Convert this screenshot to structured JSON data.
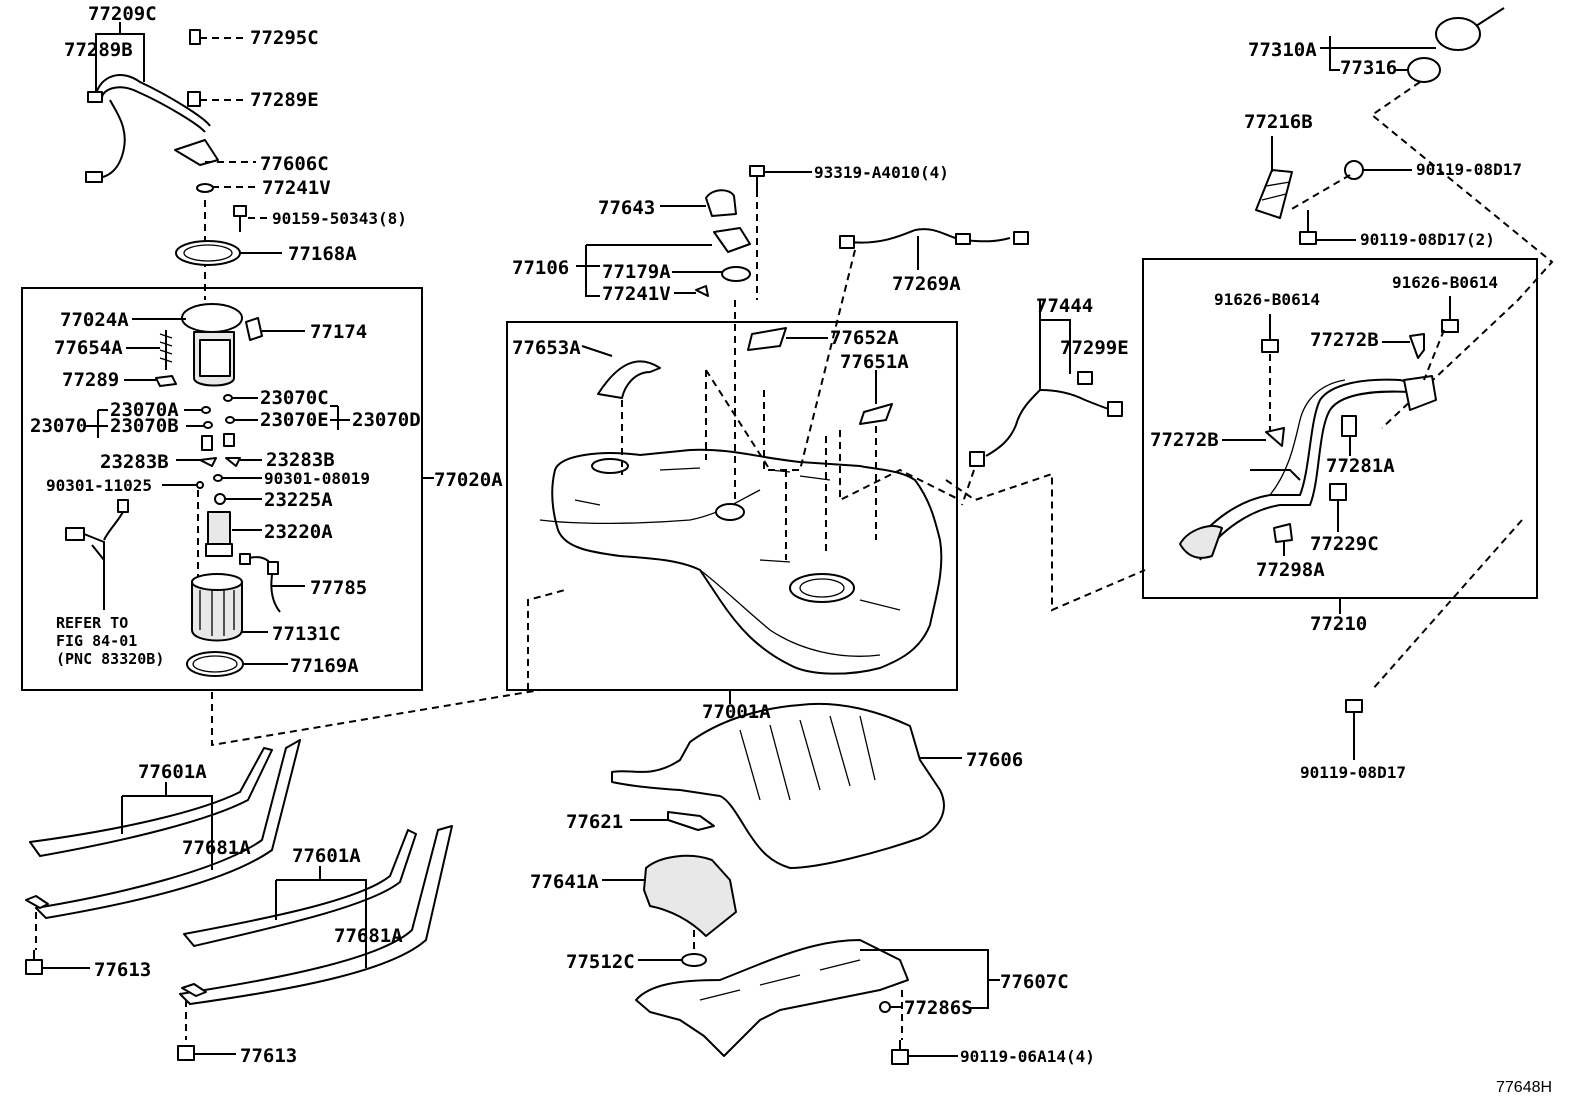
{
  "diagram_id": "77648H",
  "labels": {
    "l77209C": "77209C",
    "l77289B": "77289B",
    "l77295C": "77295C",
    "l77289E": "77289E",
    "l77606C": "77606C",
    "l77241V_a": "77241V",
    "l90159": "90159-50343(8)",
    "l77168A": "77168A",
    "l77024A": "77024A",
    "l77174": "77174",
    "l77654A": "77654A",
    "l77289": "77289",
    "l23070C": "23070C",
    "l23070A": "23070A",
    "l23070": "23070",
    "l23070B": "23070B",
    "l23070E": "23070E",
    "l23070D": "23070D",
    "l23283B_a": "23283B",
    "l23283B_b": "23283B",
    "l90301_08019": "90301-08019",
    "l90301_11025": "90301-11025",
    "l23225A": "23225A",
    "l23220A": "23220A",
    "l77785": "77785",
    "l77131C": "77131C",
    "l77169A": "77169A",
    "l77020A": "77020A",
    "note_refer": "REFER TO",
    "note_fig": "FIG 84-01",
    "note_pnc": "(PNC 83320B)",
    "l77643": "77643",
    "l93319": "93319-A4010(4)",
    "l77106": "77106",
    "l77179A": "77179A",
    "l77241V_b": "77241V",
    "l77269A": "77269A",
    "l77653A": "77653A",
    "l77652A": "77652A",
    "l77651A": "77651A",
    "l77444": "77444",
    "l77299E": "77299E",
    "l77001A": "77001A",
    "l77310A": "77310A",
    "l77316": "77316",
    "l77216B": "77216B",
    "l90119_a": "90119-08D17",
    "l90119_b": "90119-08D17(2)",
    "l91626_a": "91626-B0614",
    "l91626_b": "91626-B0614",
    "l77272B_a": "77272B",
    "l77272B_b": "77272B",
    "l77281A": "77281A",
    "l77229C": "77229C",
    "l77298A": "77298A",
    "l77210": "77210",
    "l90119_c": "90119-08D17",
    "l77601A_a": "77601A",
    "l77681A_a": "77681A",
    "l77601A_b": "77601A",
    "l77681A_b": "77681A",
    "l77613_a": "77613",
    "l77613_b": "77613",
    "l77606": "77606",
    "l77621": "77621",
    "l77641A": "77641A",
    "l77512C": "77512C",
    "l77607C": "77607C",
    "l77286S": "77286S",
    "l90119_06A14": "90119-06A14(4)"
  }
}
